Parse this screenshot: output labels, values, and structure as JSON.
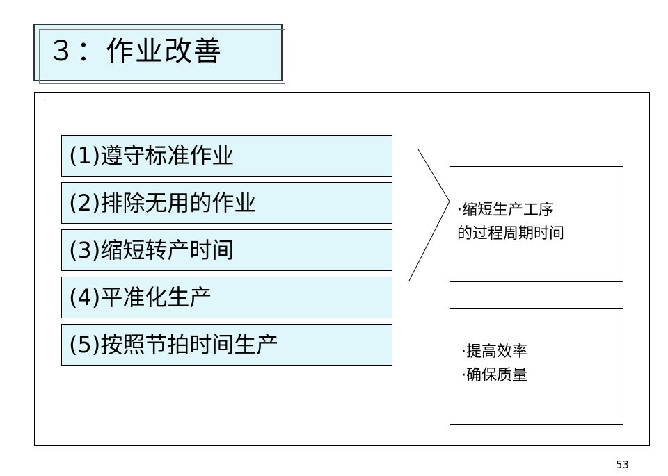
{
  "title": "３：作业改善",
  "frame_mark": "·",
  "items": [
    "(1)遵守标准作业",
    "(2)排除无用的作业",
    "(3)缩短转产时间",
    "(4)平准化生产",
    "(5)按照节拍时间生产"
  ],
  "result_1": {
    "line_1": "·缩短生产工序",
    "line_2": "的过程周期时间"
  },
  "result_2": {
    "line_1": "·提高效率",
    "line_2": "·确保质量"
  },
  "page_number": "53",
  "colors": {
    "box_fill": "#dff6fa",
    "border": "#000000"
  }
}
